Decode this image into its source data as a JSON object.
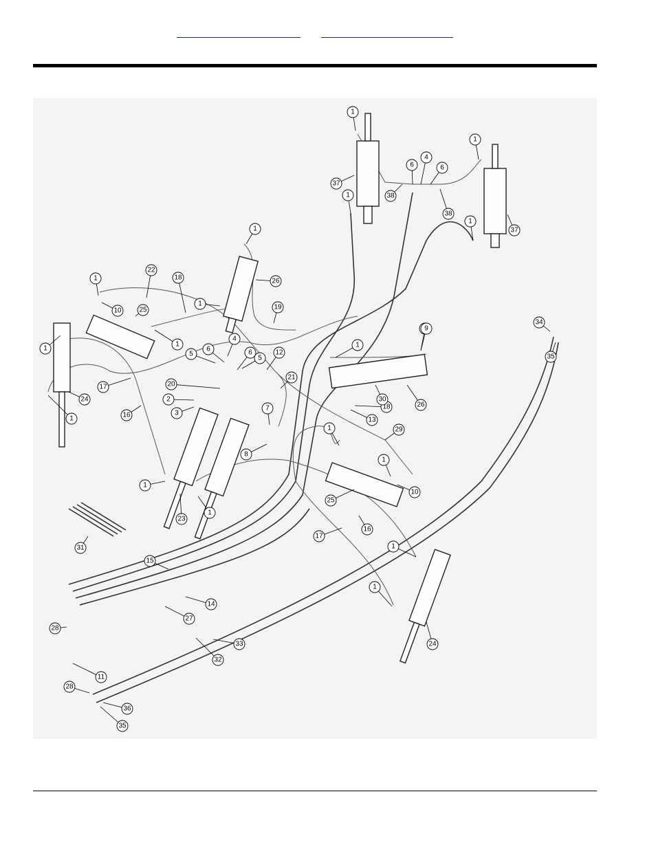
{
  "header": {
    "link_left": "",
    "link_right": ""
  },
  "callouts": [
    {
      "n": "1"
    },
    {
      "n": "1"
    },
    {
      "n": "1"
    },
    {
      "n": "1"
    },
    {
      "n": "1"
    },
    {
      "n": "1"
    },
    {
      "n": "1"
    },
    {
      "n": "1"
    },
    {
      "n": "1"
    },
    {
      "n": "1"
    },
    {
      "n": "1"
    },
    {
      "n": "1"
    },
    {
      "n": "1"
    },
    {
      "n": "1"
    },
    {
      "n": "1"
    },
    {
      "n": "1"
    },
    {
      "n": "1"
    },
    {
      "n": "1"
    },
    {
      "n": "2"
    },
    {
      "n": "3"
    },
    {
      "n": "4"
    },
    {
      "n": "4"
    },
    {
      "n": "5"
    },
    {
      "n": "5"
    },
    {
      "n": "6"
    },
    {
      "n": "6"
    },
    {
      "n": "6"
    },
    {
      "n": "6"
    },
    {
      "n": "7"
    },
    {
      "n": "8"
    },
    {
      "n": "9"
    },
    {
      "n": "10"
    },
    {
      "n": "10"
    },
    {
      "n": "11"
    },
    {
      "n": "12"
    },
    {
      "n": "13"
    },
    {
      "n": "14"
    },
    {
      "n": "15"
    },
    {
      "n": "16"
    },
    {
      "n": "16"
    },
    {
      "n": "17"
    },
    {
      "n": "17"
    },
    {
      "n": "18"
    },
    {
      "n": "18"
    },
    {
      "n": "19"
    },
    {
      "n": "20"
    },
    {
      "n": "21"
    },
    {
      "n": "22"
    },
    {
      "n": "23"
    },
    {
      "n": "24"
    },
    {
      "n": "24"
    },
    {
      "n": "25"
    },
    {
      "n": "25"
    },
    {
      "n": "26"
    },
    {
      "n": "26"
    },
    {
      "n": "27"
    },
    {
      "n": "28"
    },
    {
      "n": "28"
    },
    {
      "n": "29"
    },
    {
      "n": "30"
    },
    {
      "n": "31"
    },
    {
      "n": "32"
    },
    {
      "n": "33"
    },
    {
      "n": "34"
    },
    {
      "n": "35"
    },
    {
      "n": "35"
    },
    {
      "n": "36"
    },
    {
      "n": "37"
    },
    {
      "n": "37"
    },
    {
      "n": "38"
    },
    {
      "n": "38"
    }
  ]
}
